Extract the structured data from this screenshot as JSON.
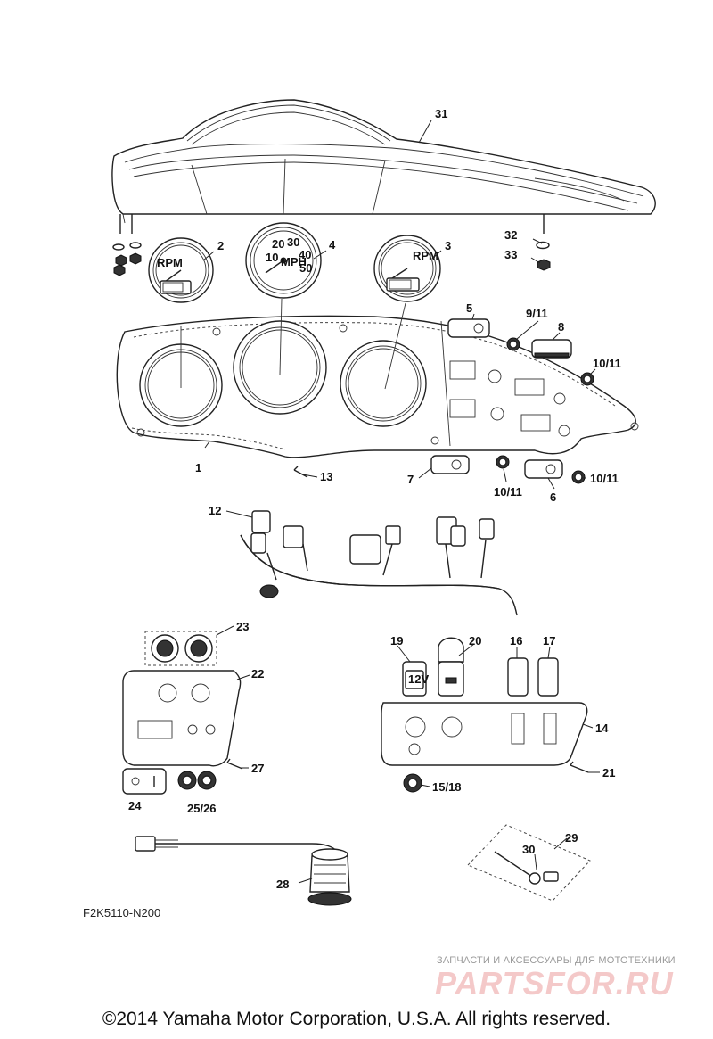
{
  "diagram": {
    "drawing_code": "F2K5110-N200",
    "callouts": {
      "p1": "1",
      "p2": "2",
      "p3": "3",
      "p4": "4",
      "p5": "5",
      "p6": "6",
      "p7": "7",
      "p8": "8",
      "p9_11": "9/11",
      "p10_11_a": "10/11",
      "p10_11_b": "10/11",
      "p10_11_c": "10/11",
      "p12": "12",
      "p13": "13",
      "p14": "14",
      "p15_18": "15/18",
      "p16": "16",
      "p17": "17",
      "p19": "19",
      "p20": "20",
      "p21": "21",
      "p22": "22",
      "p23": "23",
      "p24": "24",
      "p25_26": "25/26",
      "p27": "27",
      "p28": "28",
      "p29": "29",
      "p30": "30",
      "p31": "31",
      "p32": "32",
      "p33": "33"
    },
    "gauge_text": {
      "rpm_unit": "RPM",
      "speed_unit": "MPH",
      "speed_ticks": [
        "10",
        "20",
        "30",
        "40",
        "50"
      ],
      "outlet_label": "12V"
    }
  },
  "watermark": {
    "tagline": "ЗАПЧАСТИ И АКСЕССУАРЫ ДЛЯ МОТОТЕХНИКИ",
    "logo": "PARTSFOR.RU"
  },
  "footer": {
    "copyright": "©2014 Yamaha Motor Corporation, U.S.A. All rights reserved."
  }
}
